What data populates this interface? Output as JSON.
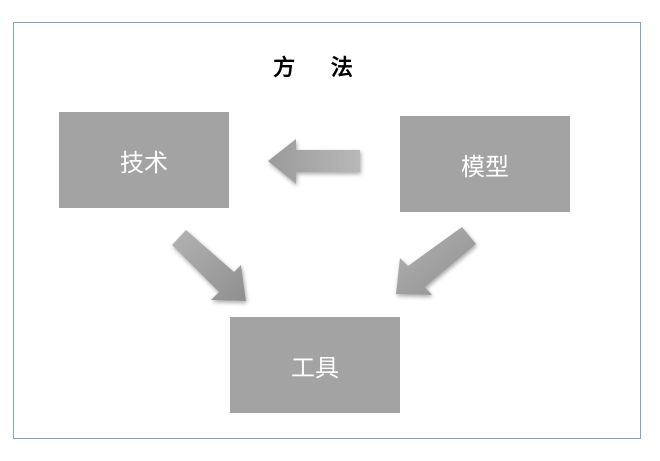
{
  "diagram": {
    "title": "方 法",
    "nodes": {
      "tech": "技术",
      "model": "模型",
      "tool": "工具"
    }
  },
  "colors": {
    "box_fill": "#a3a3a3",
    "box_text": "#ffffff",
    "frame_border": "#7ea3c4"
  }
}
